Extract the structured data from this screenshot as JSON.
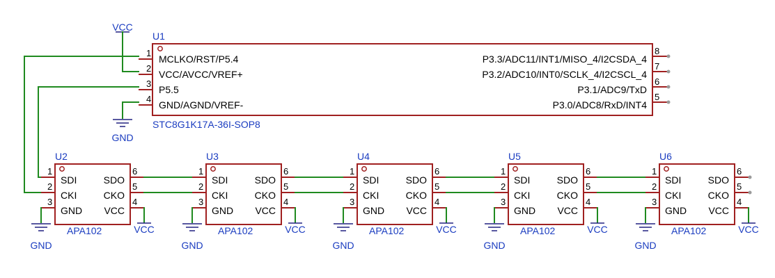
{
  "mcu": {
    "ref": "U1",
    "part": "STC8G1K17A-36I-SOP8",
    "left_pins": [
      {
        "num": "1",
        "name": "MCLKO/RST/P5.4"
      },
      {
        "num": "2",
        "name": "VCC/AVCC/VREF+"
      },
      {
        "num": "3",
        "name": "P5.5"
      },
      {
        "num": "4",
        "name": "GND/AGND/VREF-"
      }
    ],
    "right_pins": [
      {
        "num": "8",
        "name": "P3.3/ADC11/INT1/MISO_4/I2CSDA_4"
      },
      {
        "num": "7",
        "name": "P3.2/ADC10/INT0/SCLK_4/I2CSCL_4"
      },
      {
        "num": "6",
        "name": "P3.1/ADC9/TxD"
      },
      {
        "num": "5",
        "name": "P3.0/ADC8/RxD/INT4"
      }
    ]
  },
  "mcu_power": {
    "vcc": "VCC",
    "gnd": "GND"
  },
  "leds": [
    {
      "ref": "U2",
      "part": "APA102",
      "vcc": "VCC",
      "gnd": "GND"
    },
    {
      "ref": "U3",
      "part": "APA102",
      "vcc": "VCC",
      "gnd": "GND"
    },
    {
      "ref": "U4",
      "part": "APA102",
      "vcc": "VCC",
      "gnd": "GND"
    },
    {
      "ref": "U5",
      "part": "APA102",
      "vcc": "VCC",
      "gnd": "GND"
    },
    {
      "ref": "U6",
      "part": "APA102",
      "vcc": "VCC",
      "gnd": "GND"
    }
  ],
  "led_pins": {
    "left": [
      {
        "num": "1",
        "name": "SDI"
      },
      {
        "num": "2",
        "name": "CKI"
      },
      {
        "num": "3",
        "name": "GND"
      }
    ],
    "right": [
      {
        "num": "6",
        "name": "SDO"
      },
      {
        "num": "5",
        "name": "CKO"
      },
      {
        "num": "4",
        "name": "VCC"
      }
    ]
  }
}
